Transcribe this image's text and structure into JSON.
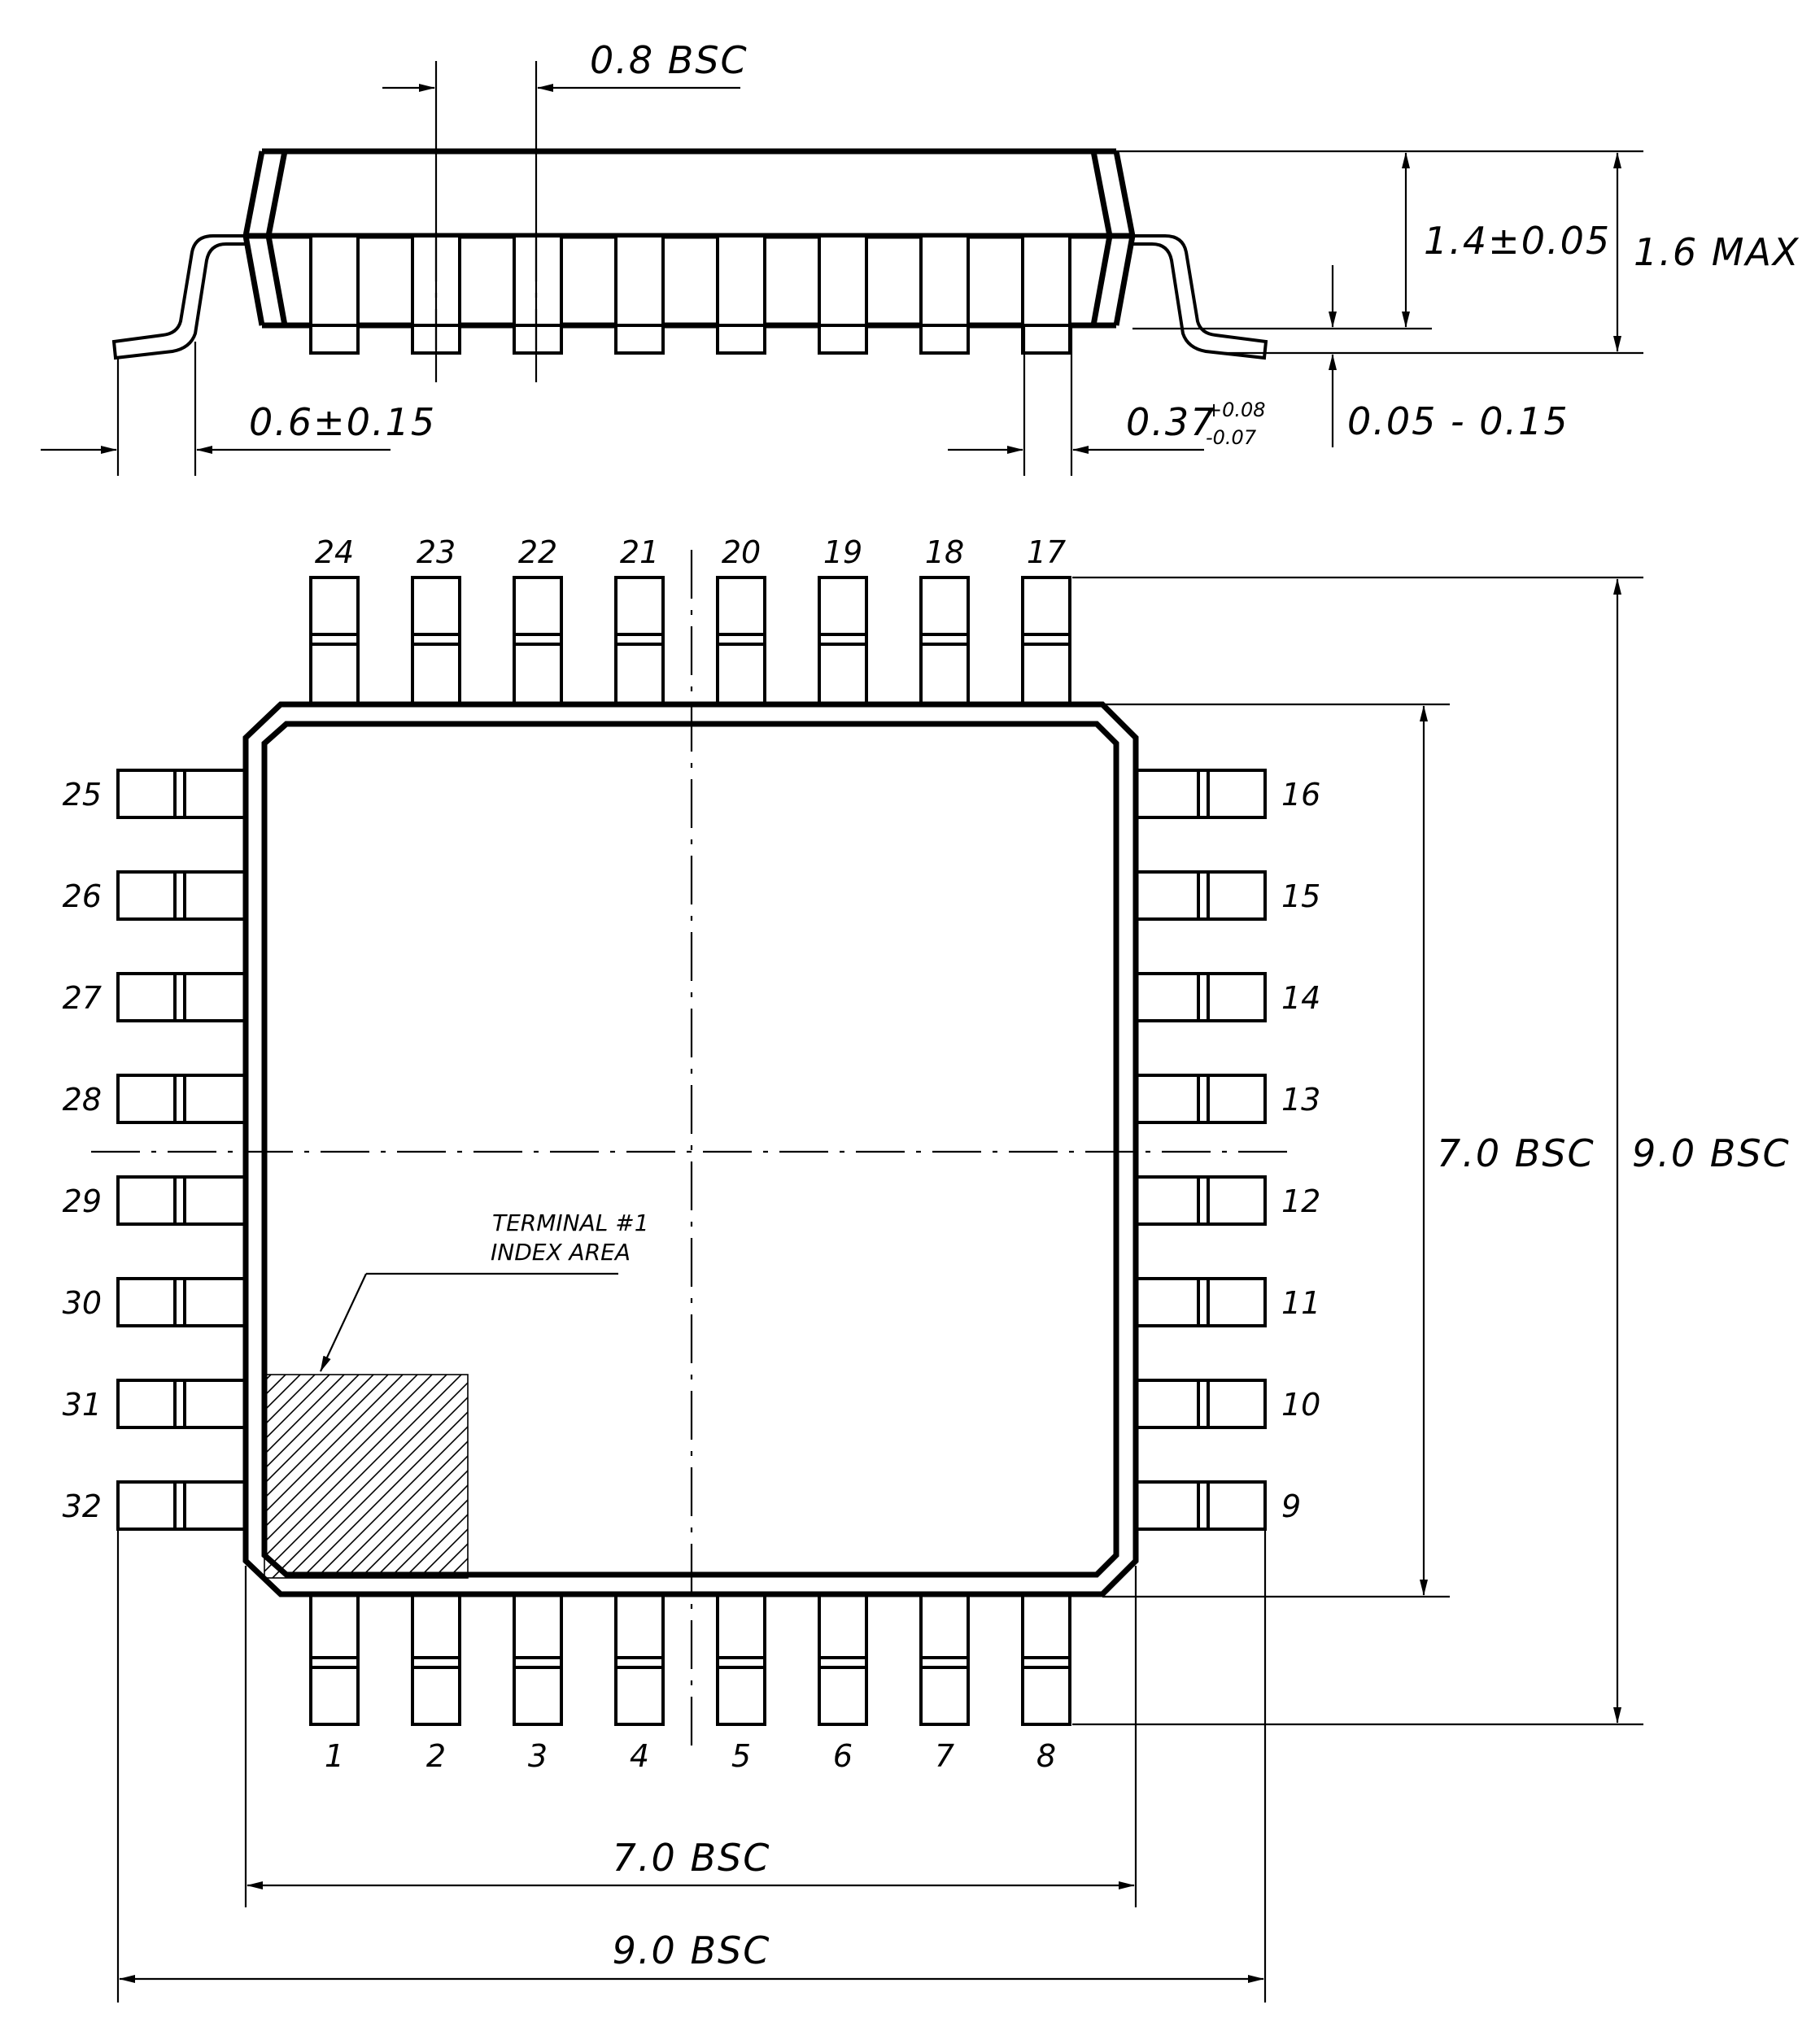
{
  "side_view": {
    "pitch_label": "0.8 BSC",
    "body_height_label": "1.4±0.05",
    "total_height_label": "1.6 MAX",
    "standoff_label": "0.05 - 0.15",
    "foot_length_label": "0.6±0.15",
    "lead_width_label": "0.37",
    "lead_width_tol_plus": "+0.08",
    "lead_width_tol_minus": "-0.07"
  },
  "top_view": {
    "pins_bottom": [
      "1",
      "2",
      "3",
      "4",
      "5",
      "6",
      "7",
      "8"
    ],
    "pins_right": [
      "9",
      "10",
      "11",
      "12",
      "13",
      "14",
      "15",
      "16"
    ],
    "pins_top": [
      "17",
      "18",
      "19",
      "20",
      "21",
      "22",
      "23",
      "24"
    ],
    "pins_left": [
      "25",
      "26",
      "27",
      "28",
      "29",
      "30",
      "31",
      "32"
    ],
    "index_note_line1": "TERMINAL #1",
    "index_note_line2": "INDEX AREA",
    "body_width_label": "7.0 BSC",
    "lead_span_width_label": "9.0 BSC",
    "body_height_label": "7.0 BSC",
    "lead_span_height_label": "9.0 BSC"
  }
}
